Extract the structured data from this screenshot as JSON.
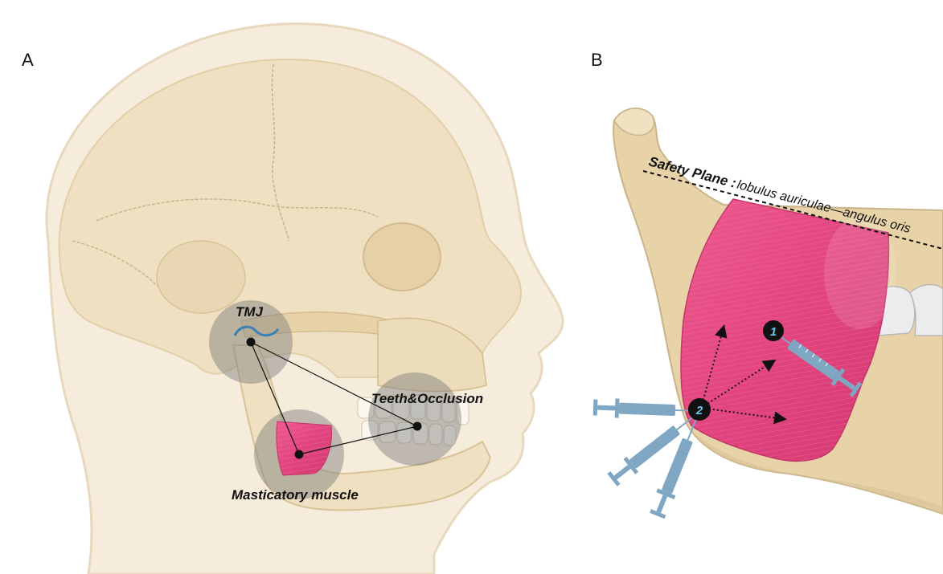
{
  "panel_a": {
    "letter": "A",
    "nodes": {
      "tmj": "TMJ",
      "teeth": "Teeth&Occlusion",
      "muscle": "Masticatory muscle"
    }
  },
  "panel_b": {
    "letter": "B",
    "safety_plane_bold": "Safety Plane :",
    "safety_plane_rest": "lobulus auriculae—angulus oris",
    "injection_points": [
      "1",
      "2"
    ]
  },
  "colors": {
    "skull_fill": "#efe0c1",
    "skin_fill": "#f6ecdc",
    "bone_fill": "#e8d3a8",
    "muscle": "#e2457f",
    "circle_gray": "#8a8a8a",
    "syringe": "#7fa7c4",
    "number_text": "#6cc3ee"
  }
}
